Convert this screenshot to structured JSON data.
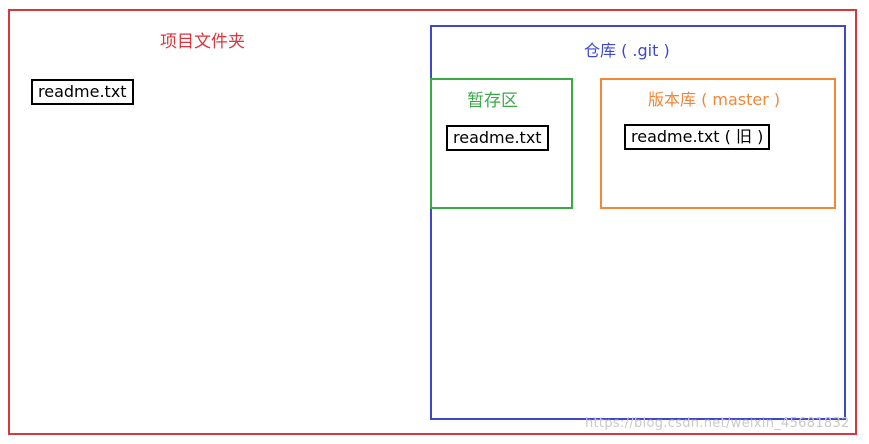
{
  "diagram": {
    "project_folder": {
      "label": "项目文件夹",
      "file": "readme.txt"
    },
    "repository": {
      "label": "仓库 ( .git )"
    },
    "staging_area": {
      "label": "暂存区",
      "file": "readme.txt"
    },
    "master_branch": {
      "label": "版本库 ( master )",
      "file": "readme.txt ( 旧 )"
    }
  },
  "colors": {
    "project": "#d9363e",
    "repository": "#3f48cc",
    "staging": "#3aaa46",
    "master": "#f0883a"
  },
  "watermark": "https://blog.csdn.net/weixin_45681832"
}
